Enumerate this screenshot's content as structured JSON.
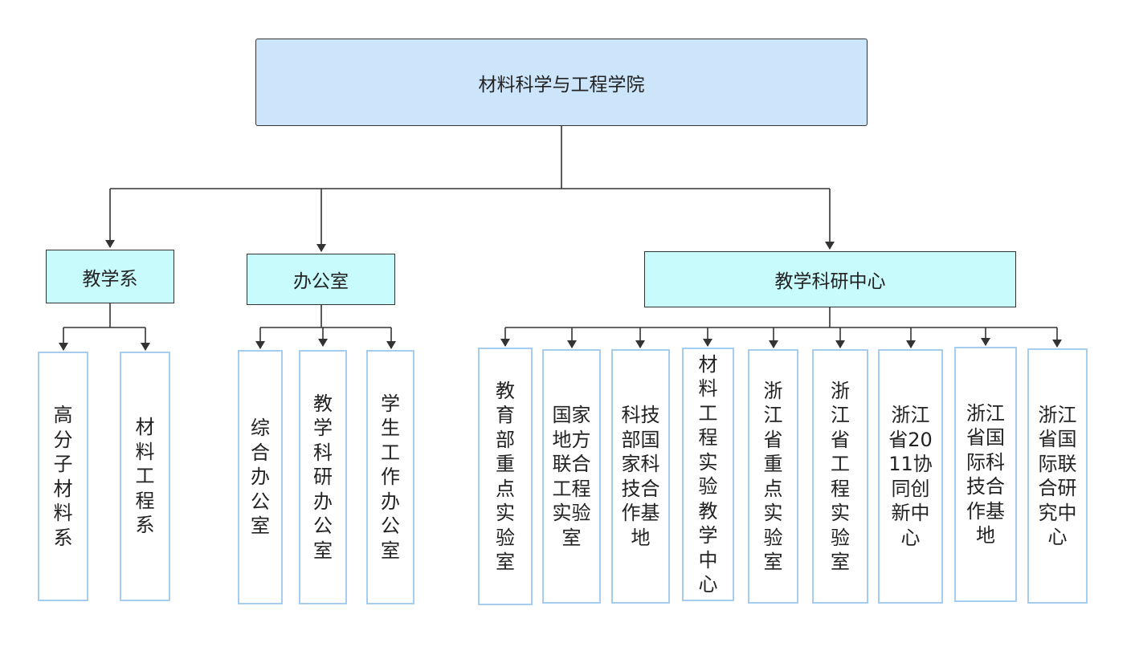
{
  "root": {
    "label": "材料科学与工程学院"
  },
  "departments": [
    {
      "label": "教学系",
      "children": [
        "高分子材料系",
        "材料工程系"
      ]
    },
    {
      "label": "办公室",
      "children": [
        "综合办公室",
        "教学科研办公室",
        "学生工作办公室"
      ]
    },
    {
      "label": "教学科研中心",
      "children": [
        "教育部重点实验室",
        "国家地方联合工程实验室",
        "科技部国家科技合作基地",
        "材料工程实验教学中心",
        "浙江省重点实验室",
        "浙江省工程实验室",
        "浙江省2011协同创新中心",
        "浙江省国际科技合作基地",
        "浙江省国际联合研究中心"
      ]
    }
  ],
  "colors": {
    "root_fill": "#cce5fb",
    "department_fill": "#c8fbfb",
    "leaf_border": "#a5cdf0",
    "line": "#333333"
  }
}
